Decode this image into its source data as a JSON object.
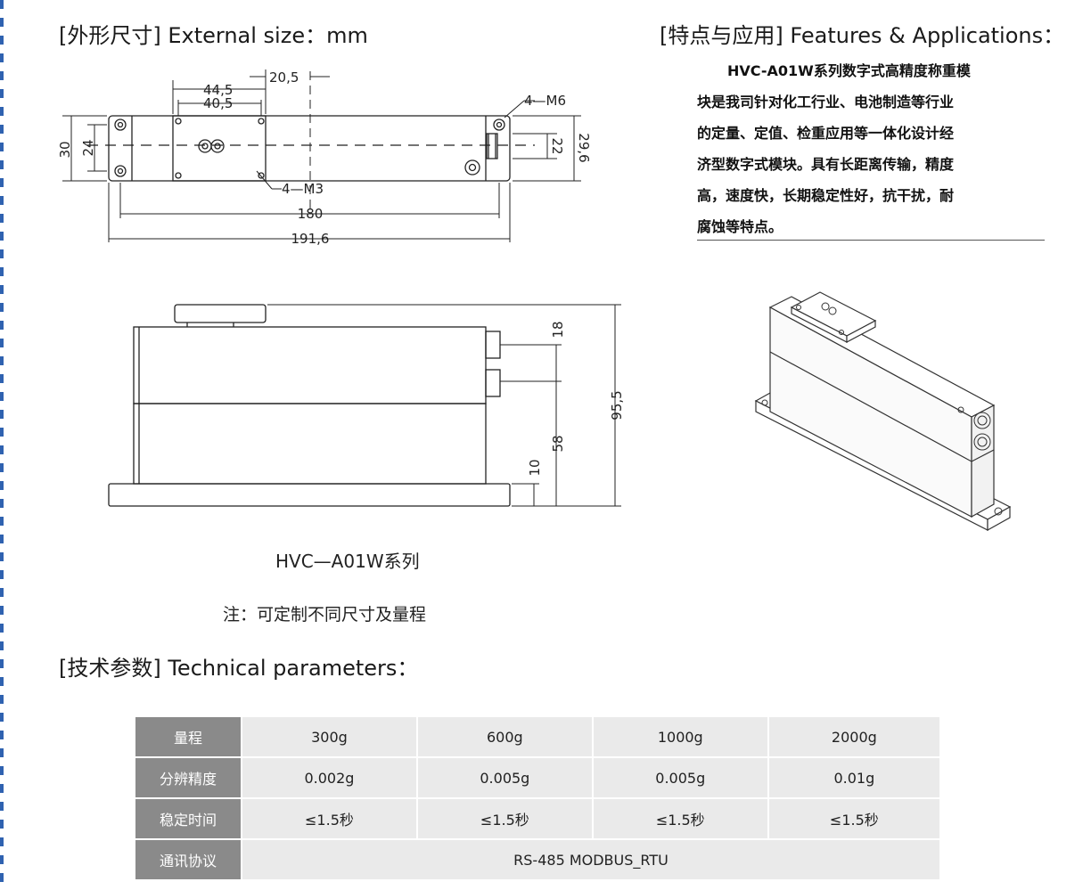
{
  "headings": {
    "external": "[外形尺寸] External size：mm",
    "features": "[特点与应用] Features & Applications：",
    "technical": "[技术参数] Technical parameters："
  },
  "features_lines": [
    "HVC-A01W系列数字式高精度称重模",
    "块是我司针对化工行业、电池制造等行业",
    "的定量、定值、检重应用等一体化设计经",
    "济型数字式模块。具有长距离传输，精度",
    "高，速度快，长期稳定性好，抗干扰，耐",
    "腐蚀等特点。"
  ],
  "top_view_dims": {
    "d20_5": "20,5",
    "d44_5": "44,5",
    "d40_5": "40,5",
    "m6": "4—M6",
    "m3": "4—M3",
    "d30": "30",
    "d24": "24",
    "d22": "22",
    "d29_6": "29,6",
    "d180": "180",
    "d191_6": "191,6"
  },
  "side_view_dims": {
    "d18": "18",
    "d95_5": "95,5",
    "d58": "58",
    "d10": "10"
  },
  "series_label": "HVC—A01W系列",
  "note": "注：可定制不同尺寸及量程",
  "table": {
    "rows": [
      {
        "label": "量程",
        "cells": [
          "300g",
          "600g",
          "1000g",
          "2000g"
        ]
      },
      {
        "label": "分辨精度",
        "cells": [
          "0.002g",
          "0.005g",
          "0.005g",
          "0.01g"
        ]
      },
      {
        "label": "稳定时间",
        "cells": [
          "≤1.5秒",
          "≤1.5秒",
          "≤1.5秒",
          "≤1.5秒"
        ]
      },
      {
        "label": "通讯协议",
        "span": "RS-485 MODBUS_RTU"
      }
    ]
  }
}
